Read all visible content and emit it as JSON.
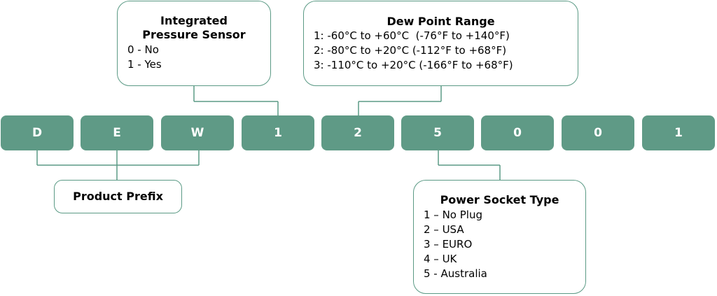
{
  "code_segments": [
    "D",
    "E",
    "W",
    "1",
    "2",
    "5",
    "0",
    "0",
    "1"
  ],
  "callouts": {
    "pressure_sensor": {
      "title_line1": "Integrated",
      "title_line2": "Pressure Sensor",
      "options": [
        "0 - No",
        "1 - Yes"
      ]
    },
    "dew_point_range": {
      "title": "Dew Point Range",
      "options": [
        "1: -60°C to +60°C  (-76°F to +140°F)",
        "2: -80°C to +20°C (-112°F to +68°F)",
        "3: -110°C to +20°C (-166°F to +68°F)"
      ]
    },
    "product_prefix": {
      "title": "Product Prefix"
    },
    "power_socket_type": {
      "title": "Power Socket Type",
      "options": [
        "1 – No Plug",
        "2 – USA",
        "3 – EURO",
        "4 – UK",
        "5 - Australia"
      ]
    }
  },
  "colors": {
    "segment_fill": "#5f9a86",
    "segment_text": "#ffffff",
    "connector": "#5b9a85"
  }
}
